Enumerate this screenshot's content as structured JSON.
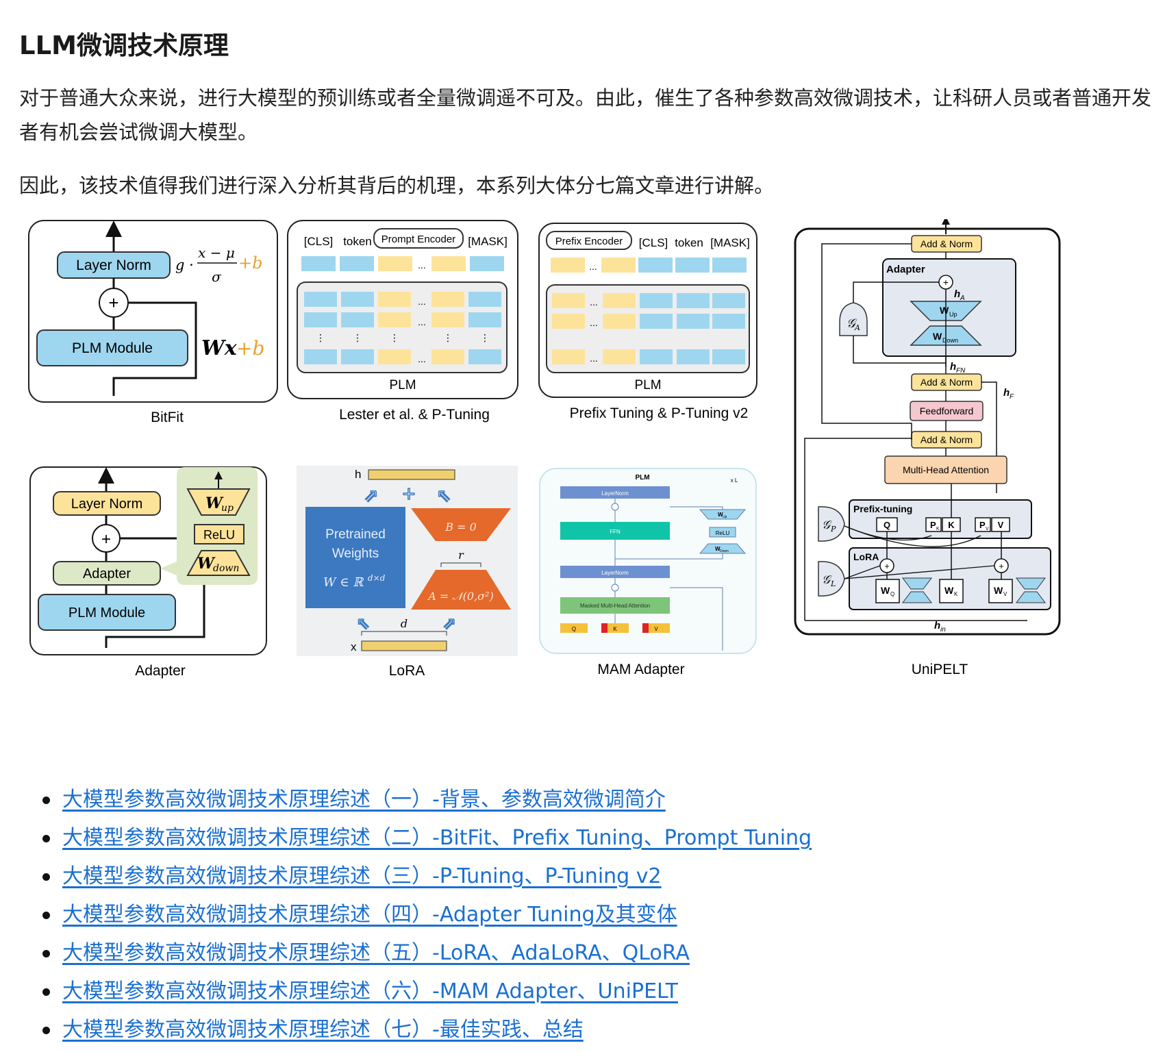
{
  "page": {
    "title": "LLM微调技术原理",
    "paragraphs": [
      "对于普通大众来说，进行大模型的预训练或者全量微调遥不可及。由此，催生了各种参数高效微调技术，让科研人员或者普通开发者有机会尝试微调大模型。",
      "因此，该技术值得我们进行深入分析其背后的机理，本系列大体分七篇文章进行讲解。"
    ]
  },
  "figure": {
    "captions": {
      "bitfit": "BitFit",
      "lester": "Lester et al. & P-Tuning",
      "prefix": "Prefix Tuning & P-Tuning v2",
      "adapter": "Adapter",
      "lora": "LoRA",
      "mam": "MAM Adapter",
      "unipelt": "UniPELT"
    },
    "bitfit": {
      "layer_norm": "Layer Norm",
      "plm_module": "PLM Module",
      "plus": "+",
      "formula_top": "x − μ",
      "formula_bottom": "σ",
      "formula_g": "g ·",
      "formula_b": "+b",
      "wx": "Wx",
      "wx_b": "+b"
    },
    "lester": {
      "tokens": [
        "[CLS]",
        "token",
        "[MASK]"
      ],
      "encoder": "Prompt Encoder",
      "plm": "PLM",
      "dots": "..."
    },
    "prefix": {
      "encoder": "Prefix Encoder",
      "tokens": [
        "[CLS]",
        "token",
        "[MASK]"
      ],
      "plm": "PLM",
      "dots": "..."
    },
    "adapter": {
      "layer_norm": "Layer Norm",
      "adapter": "Adapter",
      "plm_module": "PLM Module",
      "plus": "+",
      "w_up": "W",
      "w_up_sub": "up",
      "relu": "ReLU",
      "w_down": "W",
      "w_down_sub": "down"
    },
    "lora": {
      "h": "h",
      "x": "x",
      "pretrained": "Pretrained",
      "weights": "Weights",
      "w_formula": "W ∈ ℝ",
      "w_sup": "d×d",
      "b_formula": "B = 0",
      "a_formula": "A = 𝒩(0,σ²)",
      "r": "r",
      "d": "d"
    },
    "mam": {
      "plm": "PLM",
      "xl": "x L",
      "layernorm1": "LayerNorm",
      "ffn": "FFN",
      "layernorm2": "LayerNorm",
      "mha": "Masked Multi-Head Attention",
      "wup": "W",
      "wup_sub": "Up",
      "relu": "ReLU",
      "wdown": "W",
      "wdown_sub": "Down",
      "q": "Q",
      "k": "K",
      "v": "V"
    },
    "unipelt": {
      "add_norm": "Add & Norm",
      "adapter": "Adapter",
      "h_a": "h",
      "h_a_sub": "A",
      "w_up": "W",
      "w_up_sub": "Up",
      "w_down": "W",
      "w_down_sub": "Down",
      "g_a": "𝒢",
      "g_a_sub": "A",
      "h_fn": "h",
      "h_fn_sub": "FN",
      "h_f": "h",
      "h_f_sub": "F",
      "feedforward": "Feedforward",
      "mha": "Multi-Head Attention",
      "prefix_tuning": "Prefix-tuning",
      "g_p": "𝒢",
      "g_p_sub": "P",
      "q": "Q",
      "pk": "P",
      "pk_sub": "K",
      "k": "K",
      "pv": "P",
      "pv_sub": "V",
      "v": "V",
      "lora": "LoRA",
      "g_l": "𝒢",
      "g_l_sub": "L",
      "wq": "W",
      "wq_sub": "Q",
      "wk": "W",
      "wk_sub": "K",
      "wv": "W",
      "wv_sub": "V",
      "h_in": "h",
      "h_in_sub": "in"
    }
  },
  "links": [
    "大模型参数高效微调技术原理综述（一）-背景、参数高效微调简介",
    "大模型参数高效微调技术原理综述（二）-BitFit、Prefix Tuning、Prompt Tuning",
    "大模型参数高效微调技术原理综述（三）-P-Tuning、P-Tuning v2",
    "大模型参数高效微调技术原理综述（四）-Adapter Tuning及其变体",
    "大模型参数高效微调技术原理综述（五）-LoRA、AdaLoRA、QLoRA",
    "大模型参数高效微调技术原理综述（六）-MAM Adapter、UniPELT",
    "大模型参数高效微调技术原理综述（七）-最佳实践、总结"
  ],
  "colors": {
    "link": "#1a6fd1",
    "blue_box": "#9fd6ef",
    "yellow_box": "#fde39a",
    "green_box": "#dde8c6",
    "lora_blue": "#3c79c0",
    "lora_orange": "#e4692a",
    "mam_teal": "#10c4a7"
  }
}
